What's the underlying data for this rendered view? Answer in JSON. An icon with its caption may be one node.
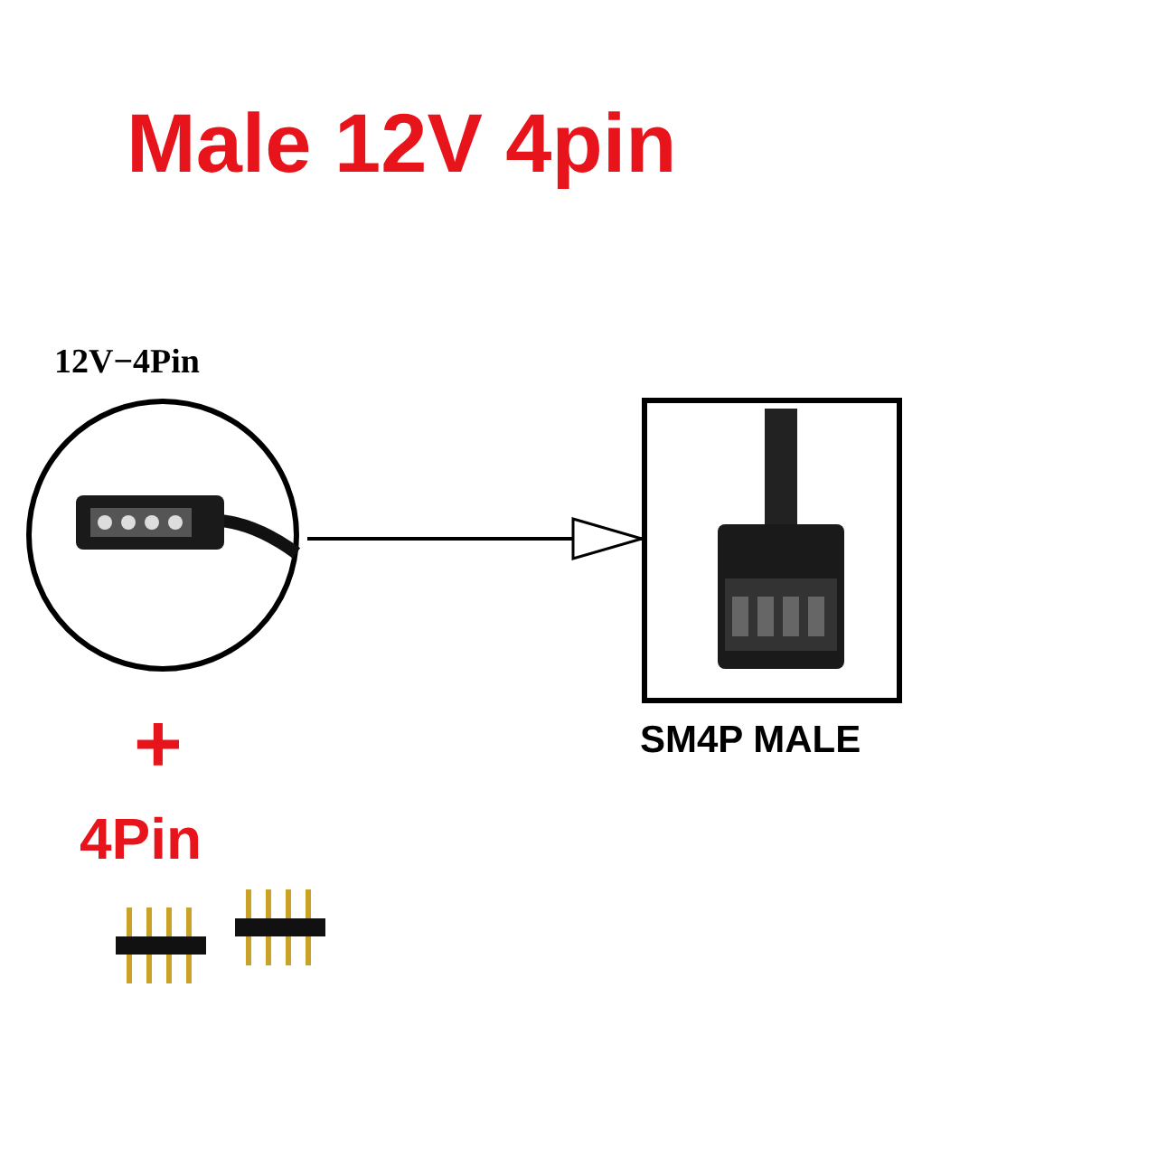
{
  "diagram": {
    "title": "Male 12V 4pin",
    "nodes": [
      {
        "text": [
          "12V−4Pin"
        ]
      },
      {
        "text": [
          "SM4P MALE"
        ]
      }
    ],
    "edges": [
      {
        "from": 0,
        "to": 1,
        "arrow": "to"
      }
    ],
    "labels": [
      "+",
      "4Pin"
    ]
  }
}
